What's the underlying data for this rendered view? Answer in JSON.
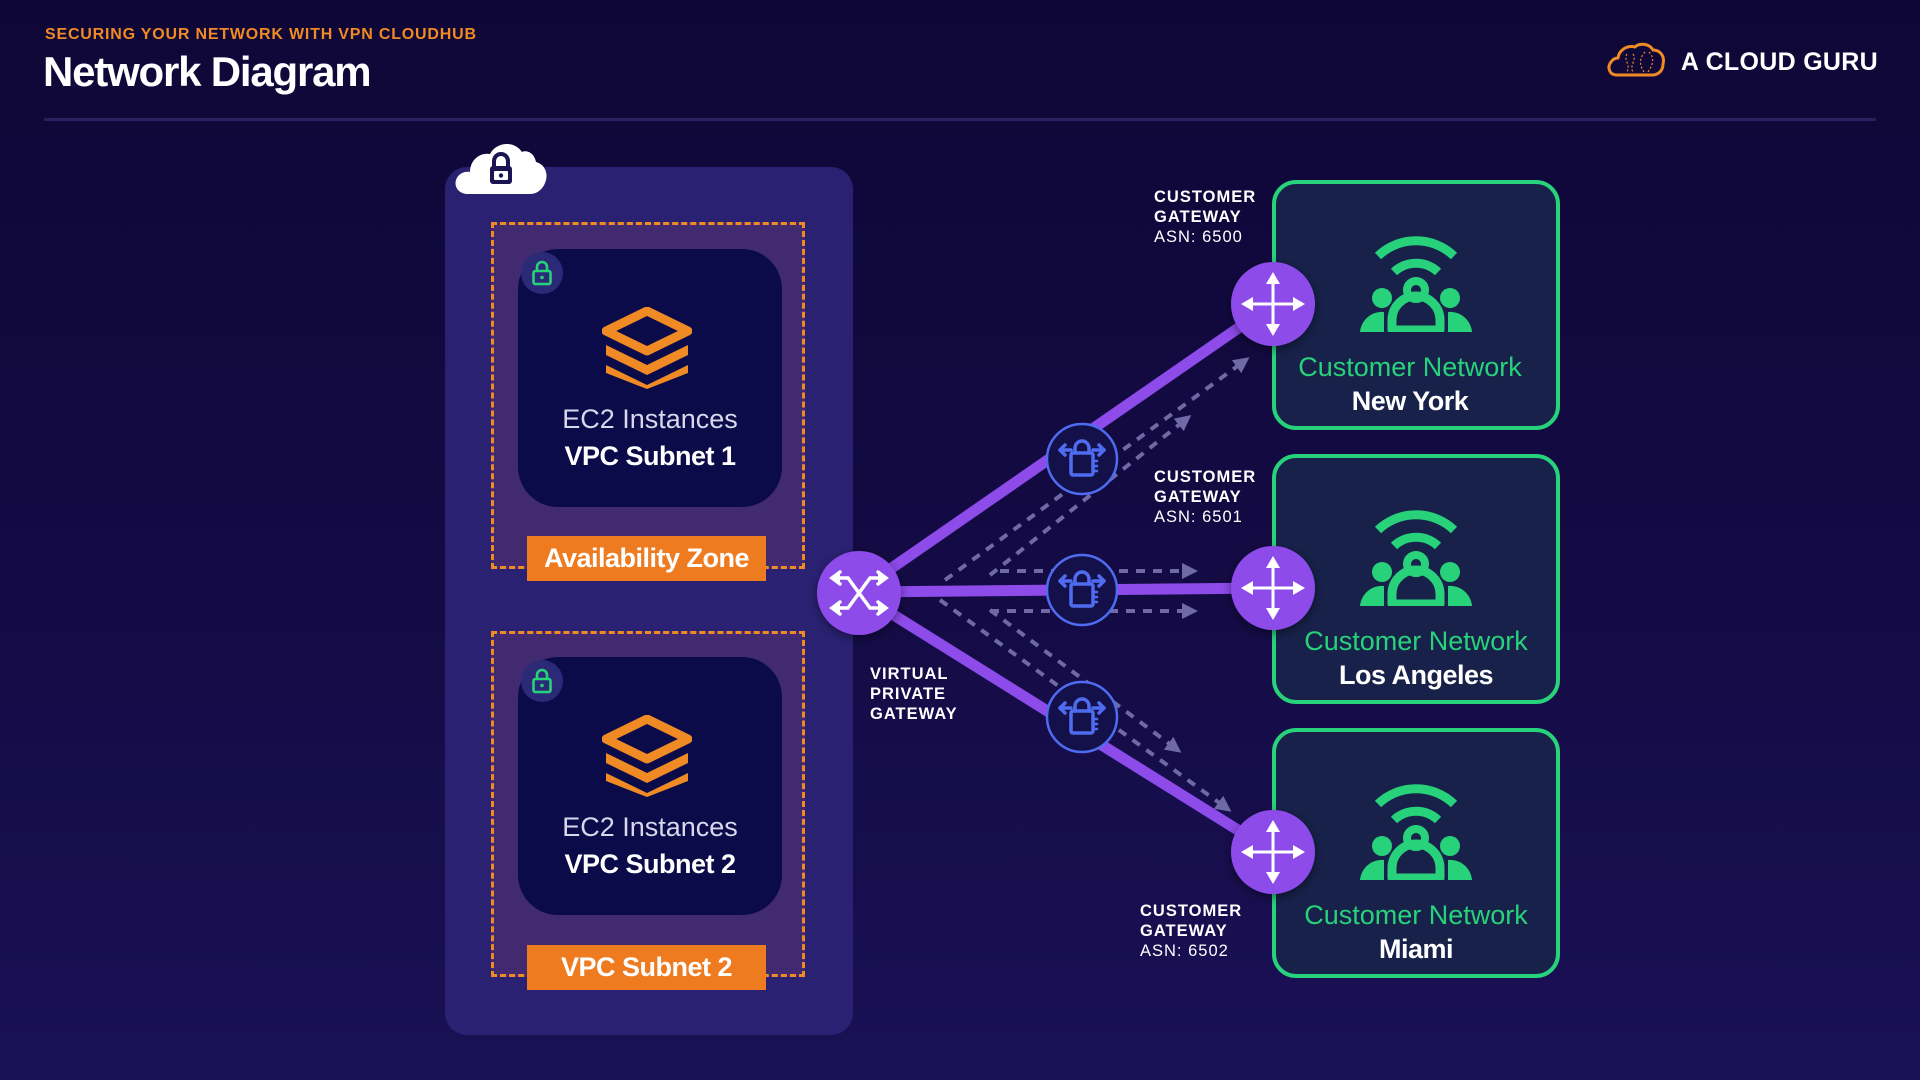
{
  "header": {
    "eyebrow": "SECURING YOUR NETWORK WITH VPN CLOUDHUB",
    "title": "Network Diagram",
    "brand": "A CLOUD GURU",
    "brand_icon": "cloud-logo-icon"
  },
  "colors": {
    "background": "#120a3e",
    "accent_orange": "#ee7b20",
    "accent_purple": "#8d4bea",
    "accent_green": "#27d27a",
    "vpn_blue": "#4f6cf0"
  },
  "vpc": {
    "icon": "cloud-lock-icon",
    "subnets": [
      {
        "badge_icon": "lock-icon",
        "service_icon": "stack-layers-icon",
        "service": "EC2 Instances",
        "subnet": "VPC Subnet 1",
        "zone_label": "Availability Zone"
      },
      {
        "badge_icon": "lock-icon",
        "service_icon": "stack-layers-icon",
        "service": "EC2 Instances",
        "subnet": "VPC Subnet 2",
        "zone_label": "VPC Subnet 2"
      }
    ]
  },
  "virtual_private_gateway": {
    "icon": "crossing-arrows-icon",
    "label": [
      "VIRTUAL",
      "PRIVATE",
      "GATEWAY"
    ]
  },
  "vpn_connections": [
    {
      "icon": "vpn-lock-icon",
      "to": "New York"
    },
    {
      "icon": "vpn-lock-icon",
      "to": "Los Angeles"
    },
    {
      "icon": "vpn-lock-icon",
      "to": "Miami"
    }
  ],
  "customer_gateways": [
    {
      "line1": "CUSTOMER",
      "line2": "GATEWAY",
      "asn": "ASN: 6500",
      "icon": "four-way-arrows-icon"
    },
    {
      "line1": "CUSTOMER",
      "line2": "GATEWAY",
      "asn": "ASN: 6501",
      "icon": "four-way-arrows-icon"
    },
    {
      "line1": "CUSTOMER",
      "line2": "GATEWAY",
      "asn": "ASN: 6502",
      "icon": "four-way-arrows-icon"
    }
  ],
  "customer_networks": [
    {
      "label": "Customer Network",
      "city": "New York",
      "icon": "wifi-users-icon"
    },
    {
      "label": "Customer Network",
      "city": "Los Angeles",
      "icon": "wifi-users-icon"
    },
    {
      "label": "Customer Network",
      "city": "Miami",
      "icon": "wifi-users-icon"
    }
  ]
}
